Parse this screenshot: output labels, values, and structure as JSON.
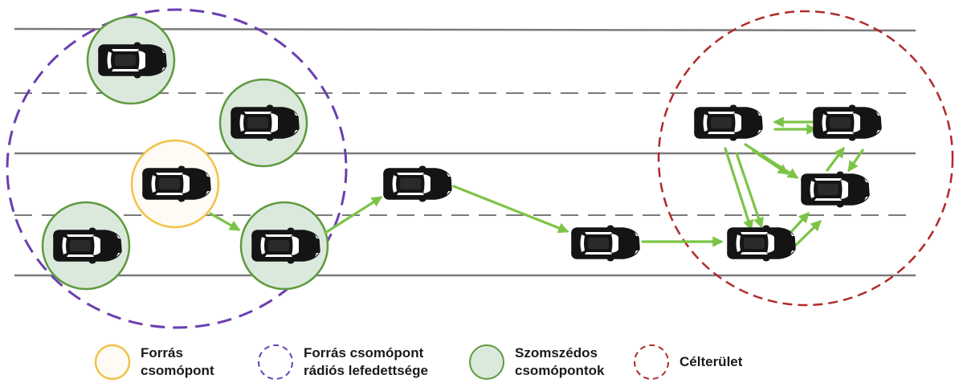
{
  "colors": {
    "road": "#7a7a7a",
    "source_ring": "#f2c24a",
    "source_fill": "#fdfbf4",
    "coverage": "#6a3fb0",
    "neighbor_ring": "#5e9a3e",
    "neighbor_fill": "#dbe9dd",
    "target_area": "#b02a2a",
    "arrow": "#7cc447",
    "car_body": "#141414",
    "car_glass": "#ffffff"
  },
  "legend": [
    {
      "key": "source",
      "text": "Forrás\ncsomópont"
    },
    {
      "key": "coverage",
      "text": "Forrás csomópont\nrádiós lefedettsége"
    },
    {
      "key": "neighbor",
      "text": "Szomszédos\ncsomópontok"
    },
    {
      "key": "target",
      "text": "Célterület"
    }
  ],
  "icons": {
    "car": "car-top-view-icon",
    "arrow": "arrow-icon"
  }
}
